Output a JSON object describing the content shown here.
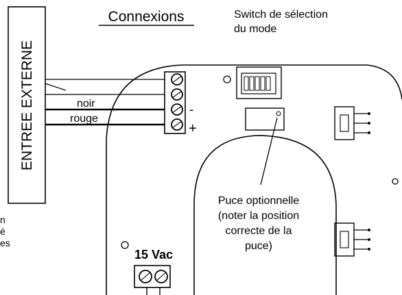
{
  "title": "Connexions",
  "external_input": {
    "label": "ENTREE EXTERNE",
    "wires": [
      "noir",
      "rouge"
    ],
    "polarity": [
      "-",
      "+"
    ]
  },
  "mode_switch": {
    "lines": [
      "Switch de sélection",
      "du mode"
    ]
  },
  "optional_chip": {
    "lines": [
      "Puce optionnelle",
      "(noter la position",
      "correcte de la",
      "puce)"
    ]
  },
  "power": {
    "label": "15 Vac"
  },
  "left_note_fragments": [
    "n",
    "é",
    "es"
  ],
  "colors": {
    "ink": "#000000",
    "background": "#ffffff"
  }
}
